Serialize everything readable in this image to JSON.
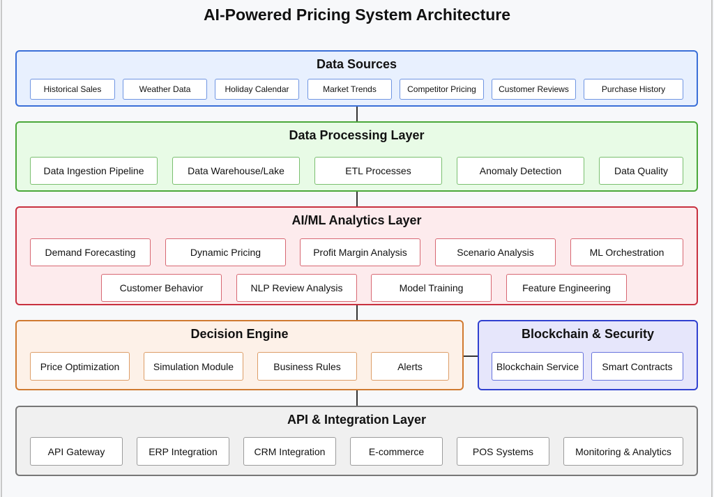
{
  "title": "AI-Powered Pricing System Architecture",
  "layers": {
    "sources": {
      "title": "Data Sources",
      "items": [
        "Historical Sales",
        "Weather Data",
        "Holiday Calendar",
        "Market Trends",
        "Competitor Pricing",
        "Customer Reviews",
        "Purchase History"
      ],
      "color": "#3a6fd8",
      "fill": "#e8f0fe"
    },
    "processing": {
      "title": "Data Processing Layer",
      "items": [
        "Data Ingestion Pipeline",
        "Data Warehouse/Lake",
        "ETL Processes",
        "Anomaly Detection",
        "Data Quality"
      ],
      "color": "#4aa83a",
      "fill": "#e8fbe6"
    },
    "aiml": {
      "title": "AI/ML Analytics Layer",
      "items": [
        "Demand Forecasting",
        "Dynamic Pricing",
        "Profit Margin Analysis",
        "Scenario Analysis",
        "ML Orchestration",
        "Customer Behavior",
        "NLP Review Analysis",
        "Model Training",
        "Feature Engineering"
      ],
      "color": "#c8303f",
      "fill": "#fdebed"
    },
    "decision": {
      "title": "Decision Engine",
      "items": [
        "Price Optimization",
        "Simulation Module",
        "Business Rules",
        "Alerts"
      ],
      "color": "#d07a30",
      "fill": "#fdf1e8"
    },
    "blockchain": {
      "title": "Blockchain & Security",
      "items": [
        "Blockchain Service",
        "Smart Contracts"
      ],
      "color": "#3040d0",
      "fill": "#e6e6fb"
    },
    "api": {
      "title": "API & Integration Layer",
      "items": [
        "API Gateway",
        "ERP Integration",
        "CRM Integration",
        "E-commerce",
        "POS Systems",
        "Monitoring & Analytics"
      ],
      "color": "#777777",
      "fill": "#f0f0f0"
    }
  }
}
